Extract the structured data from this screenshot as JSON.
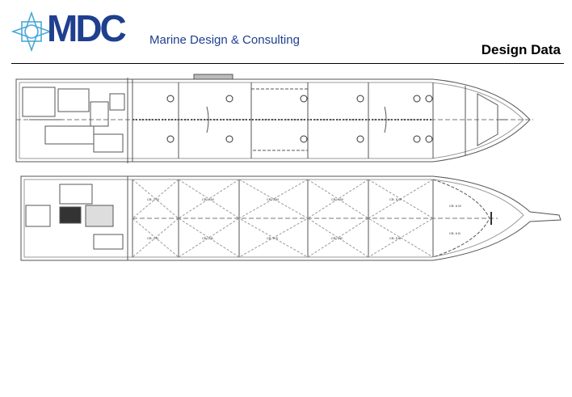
{
  "header": {
    "logo_text": "MDC",
    "logo_subtitle": "Marine Design & Consulting",
    "page_title": "Design Data"
  },
  "drawings": {
    "tank_labels": [
      "CB. 1 W",
      "CB. 2 W",
      "CB. 3 W",
      "CB. 4 W",
      "CB. 5 W",
      "CB. 6 W"
    ],
    "tank_labels_lower": [
      "CB. 1 B",
      "CB. 2 B",
      "CB. 3 B",
      "CB. 4 B",
      "CB. 5 B",
      "CB. 6 B"
    ]
  },
  "colors": {
    "brand_blue": "#1f3f8f",
    "accent_cyan": "#4aa8d8",
    "line": "#555555"
  }
}
